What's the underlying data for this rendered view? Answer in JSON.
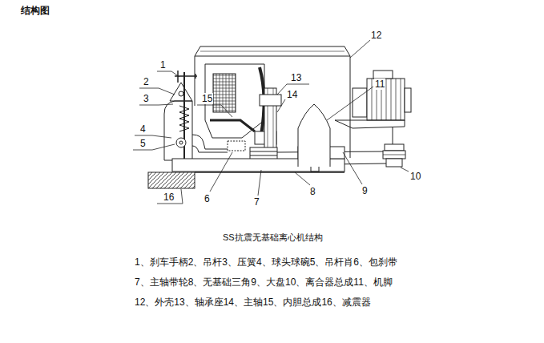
{
  "diagram": {
    "title": "结构图",
    "caption": "SS抗震无基础离心机结构",
    "labels": [
      "1",
      "2",
      "3",
      "4",
      "5",
      "6",
      "7",
      "8",
      "9",
      "10",
      "11",
      "12",
      "13",
      "14",
      "15",
      "16",
      "1、刹车手柄2、吊杆3、压簧4、球头球碗5、吊杆肖6、包刹带",
      "7、主轴带轮8、无基础三角9、大盘10、离合器总成11、机脚",
      "12、外壳13、轴承座14、主轴15、内胆总成16、减震器"
    ]
  }
}
